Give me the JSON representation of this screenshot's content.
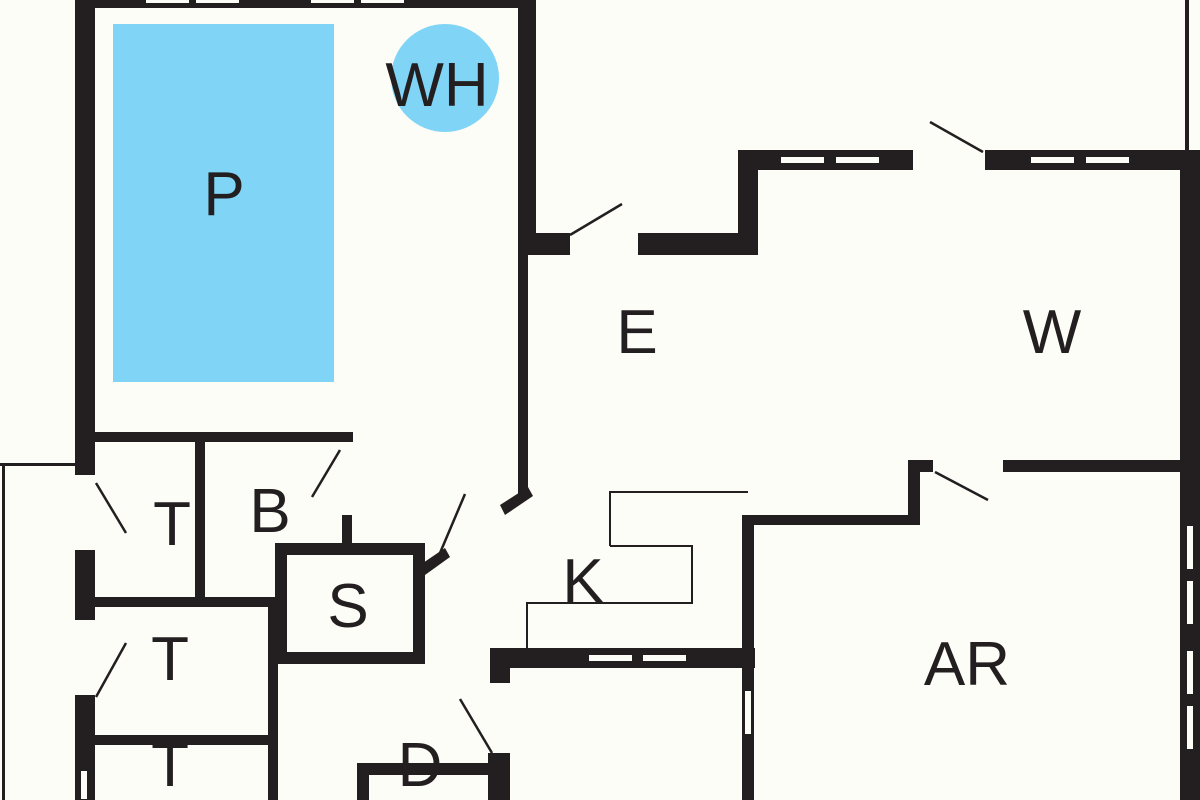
{
  "plan": {
    "colors": {
      "wall": "#231f20",
      "water": "#80d4f6",
      "background": "#fdfdf8"
    },
    "rooms": [
      {
        "id": "pool",
        "label": "P"
      },
      {
        "id": "whirlpool",
        "label": "WH"
      },
      {
        "id": "entrance",
        "label": "E"
      },
      {
        "id": "w",
        "label": "W"
      },
      {
        "id": "toilet-1",
        "label": "T"
      },
      {
        "id": "bath",
        "label": "B"
      },
      {
        "id": "sauna",
        "label": "S"
      },
      {
        "id": "toilet-2",
        "label": "T"
      },
      {
        "id": "kitchen",
        "label": "K"
      },
      {
        "id": "ar",
        "label": "AR"
      },
      {
        "id": "bottom-left-room",
        "label": "T"
      },
      {
        "id": "bottom-room",
        "label": "D"
      }
    ]
  }
}
